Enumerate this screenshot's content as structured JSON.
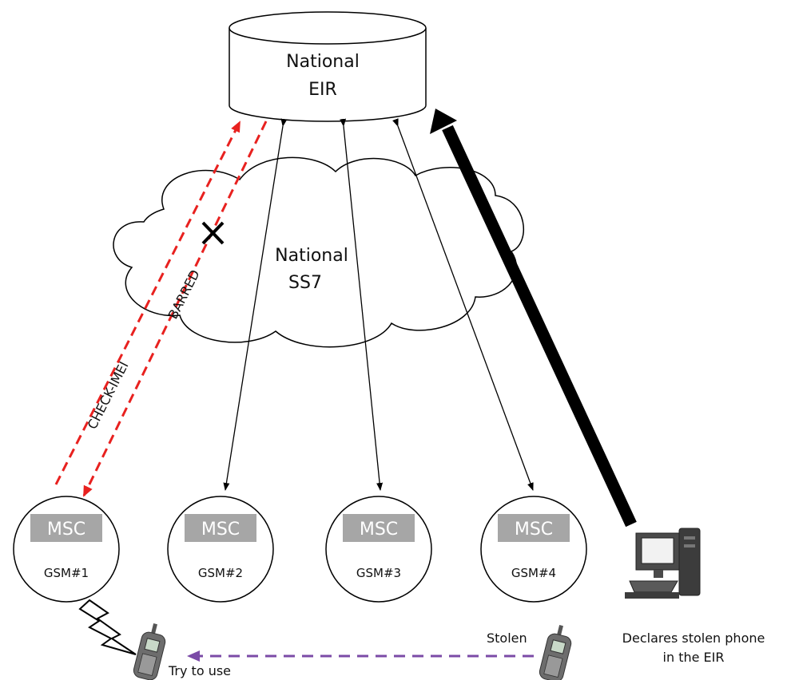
{
  "eir": {
    "line1": "National",
    "line2": "EIR"
  },
  "network": {
    "line1": "National",
    "line2": "SS7"
  },
  "flows": {
    "check": "CHECK-IMEI",
    "barred": "BARRED"
  },
  "operators": [
    {
      "box": "MSC",
      "name": "GSM#1"
    },
    {
      "box": "MSC",
      "name": "GSM#2"
    },
    {
      "box": "MSC",
      "name": "GSM#3"
    },
    {
      "box": "MSC",
      "name": "GSM#4"
    }
  ],
  "phones": {
    "stolen": "Stolen",
    "try": "Try to use"
  },
  "terminal": {
    "line1": "Declares stolen phone",
    "line2": "in the EIR"
  },
  "colors": {
    "red": "#e8211f",
    "purple": "#7b4ba7",
    "msc_box": "#a6a6a6",
    "black": "#000000"
  },
  "icons": [
    "desktop-computer-icon",
    "mobile-phone-icon",
    "radio-signal-icon",
    "barred-cross-icon"
  ]
}
